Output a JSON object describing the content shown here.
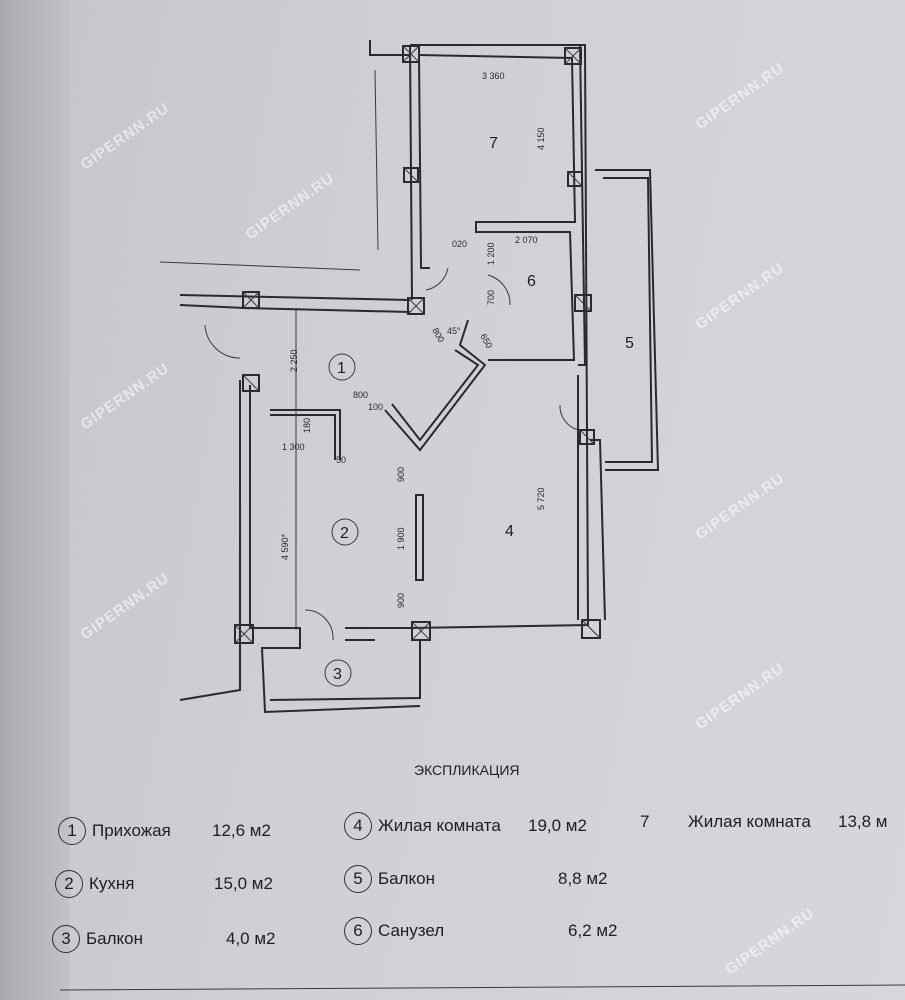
{
  "watermark": "GIPERNN.RU",
  "plan": {
    "rooms": [
      "1",
      "2",
      "3",
      "4",
      "5",
      "6",
      "7"
    ],
    "dimensions": {
      "r7_width": "3 360",
      "r7_length": "4 150",
      "r6_width": "2 070",
      "r6_wall": "1 200",
      "r6_door": "700",
      "door_020": "020",
      "angle": "45°",
      "d800a": "800",
      "d650": "650",
      "r1_len": "2 250",
      "d800b": "800",
      "d100": "100",
      "d180": "180",
      "d1300": "1 300",
      "d50": "50",
      "d900a": "900",
      "d1900": "1 900",
      "d900b": "900",
      "r2_len": "4 590*",
      "r4_len": "5 720"
    }
  },
  "explication": {
    "title": "ЭКСПЛИКАЦИЯ",
    "items": [
      {
        "num": "1",
        "name": "Прихожая",
        "area": "12,6 м2"
      },
      {
        "num": "2",
        "name": "Кухня",
        "area": "15,0 м2"
      },
      {
        "num": "3",
        "name": "Балкон",
        "area": "4,0 м2"
      },
      {
        "num": "4",
        "name": "Жилая комната",
        "area": "19,0 м2"
      },
      {
        "num": "5",
        "name": "Балкон",
        "area": "8,8 м2"
      },
      {
        "num": "6",
        "name": "Санузел",
        "area": "6,2 м2"
      },
      {
        "num": "7",
        "name": "Жилая комната",
        "area": "13,8 м"
      }
    ]
  }
}
